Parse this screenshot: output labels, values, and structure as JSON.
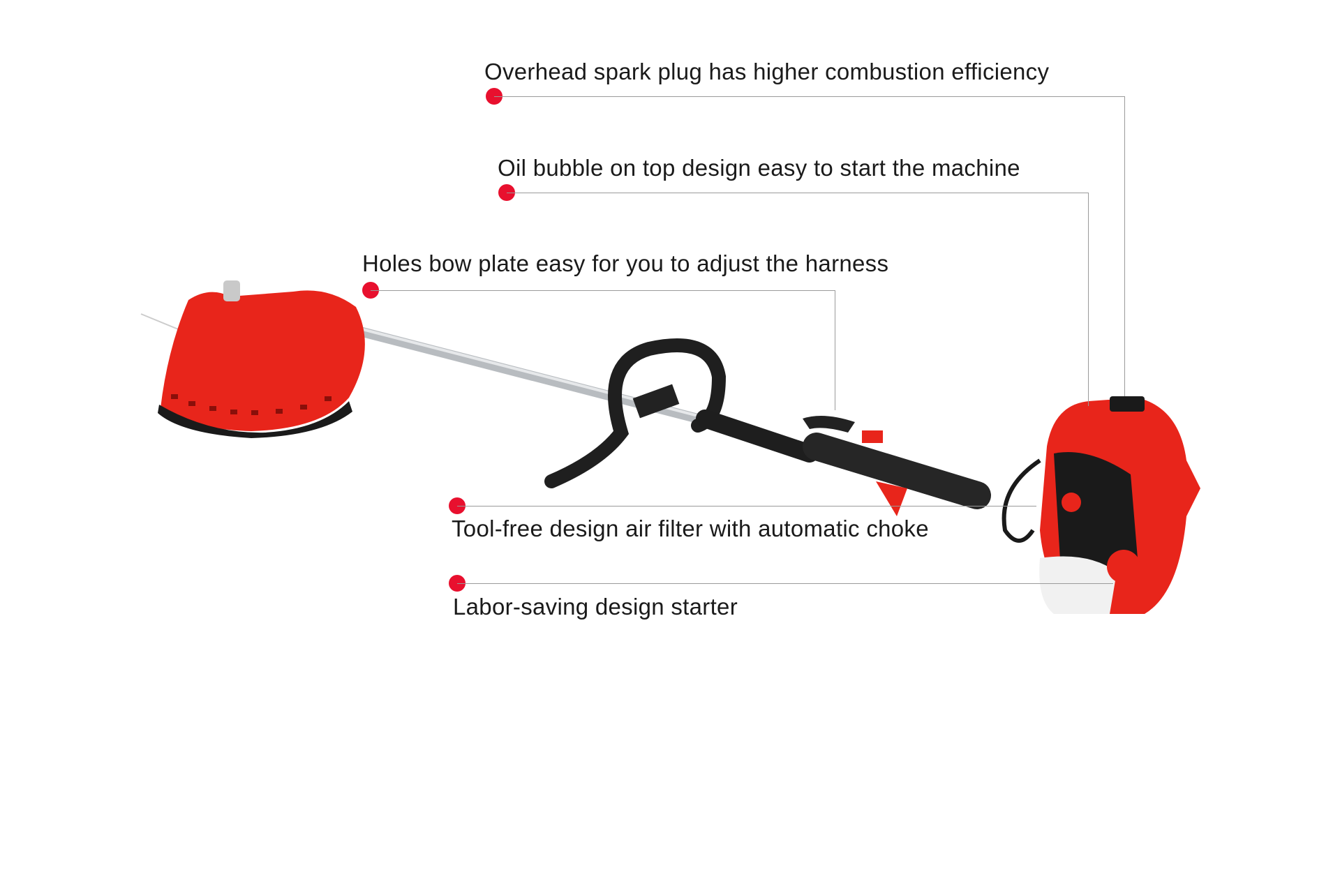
{
  "colors": {
    "accent": "#e8102e",
    "product_red": "#e8251b",
    "line": "#9a9a9a"
  },
  "callouts": [
    {
      "text": "Overhead spark plug has higher combustion efficiency"
    },
    {
      "text": "Oil bubble on top design easy to start the machine"
    },
    {
      "text": "Holes bow plate easy for you to adjust the harness"
    },
    {
      "text": "Tool-free design air filter with automatic choke"
    },
    {
      "text": "Labor-saving design starter"
    }
  ]
}
